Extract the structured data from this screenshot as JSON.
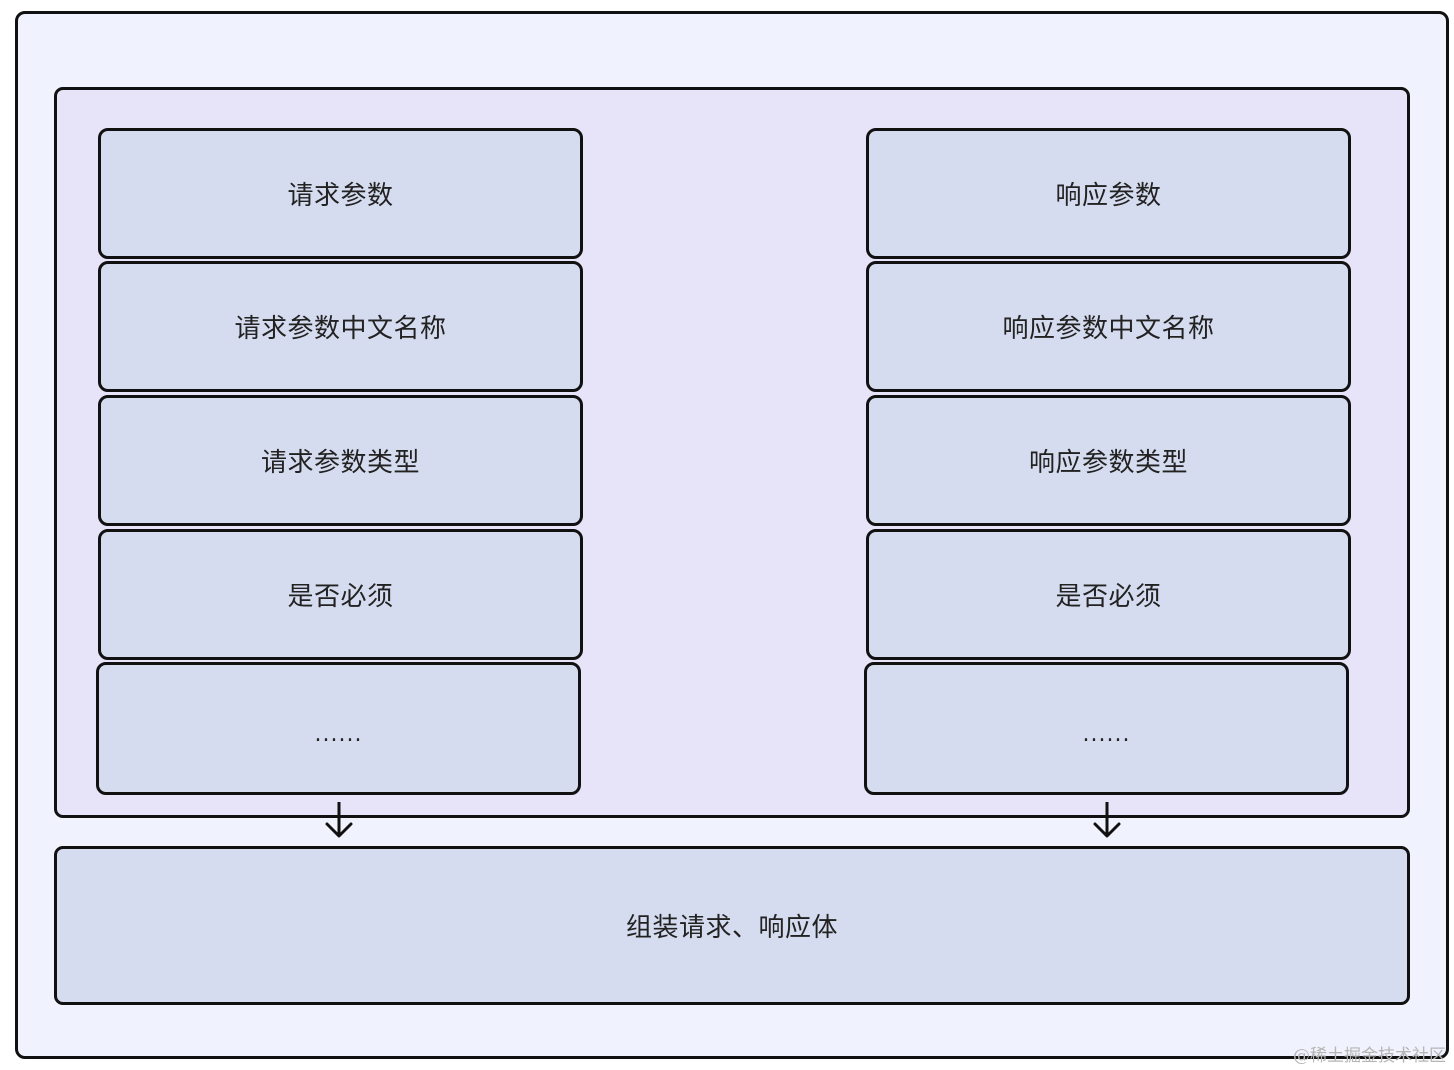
{
  "left_column": {
    "items": [
      "请求参数",
      "请求参数中文名称",
      "请求参数类型",
      "是否必须",
      "......"
    ]
  },
  "right_column": {
    "items": [
      "响应参数",
      "响应参数中文名称",
      "响应参数类型",
      "是否必须",
      "......"
    ]
  },
  "bottom": {
    "label": "组装请求、响应体"
  },
  "watermark": "@稀土掘金技术社区",
  "colors": {
    "outer_background": "#f0f3fd",
    "inner_panel_background": "#e7e3f8",
    "box_fill": "#d6dcef",
    "border": "#111111",
    "watermark": "#b5b5b5"
  }
}
